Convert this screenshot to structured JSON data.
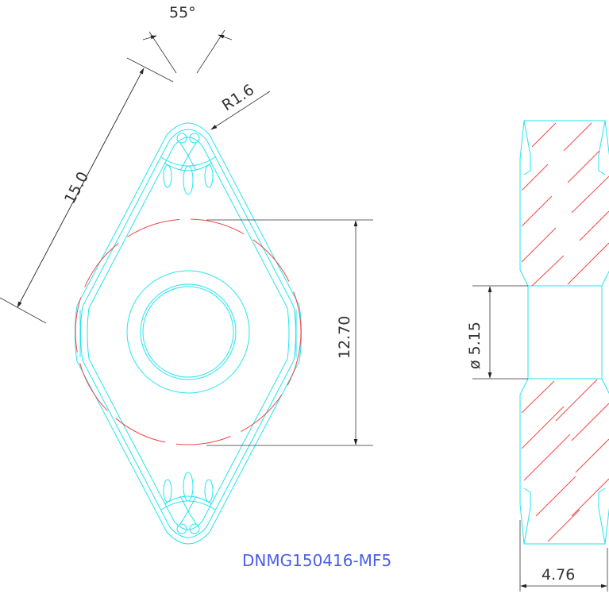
{
  "drawing": {
    "part_number": "DNMG150416-MF5",
    "dimensions": {
      "angle": "55°",
      "edge_length": "15.0",
      "corner_radius": "R1.6",
      "inscribed_circle": "12.70",
      "hole_diameter": "ø 5.15",
      "thickness": "4.76"
    }
  },
  "colors": {
    "geometry": "#22e5f0",
    "hidden": "#f04848",
    "dimension": "#333333",
    "label": "#4a5ee8"
  }
}
